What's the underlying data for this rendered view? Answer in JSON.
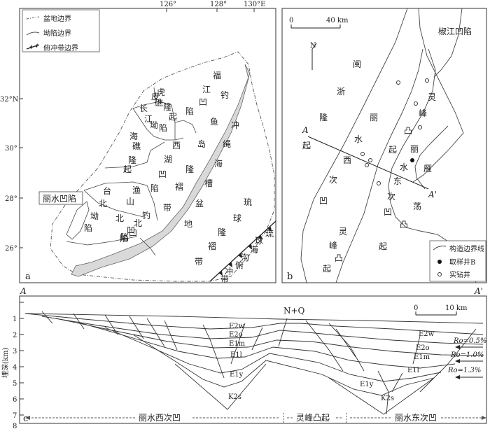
{
  "panel_a": {
    "label": "a",
    "legend": [
      "盆地边界",
      "坳陷边界",
      "俯冲带边界"
    ],
    "lon_ticks": [
      "126°",
      "128°",
      "130°E"
    ],
    "lat_ticks": [
      "32°N",
      "30°",
      "28°",
      "26°"
    ],
    "lishui_label": "丽水凹陷",
    "units": {
      "fujiang": [
        "福",
        "江",
        "凹",
        "陷"
      ],
      "diaoyu": [
        "钓",
        "鱼",
        "岛",
        "隆",
        "褶",
        "带"
      ],
      "chongsheng": [
        "冲",
        "绳",
        "海",
        "槽",
        "盆",
        "地"
      ],
      "ryukyu": [
        "琉",
        "球",
        "隆",
        "褶",
        "带"
      ],
      "hulou": [
        "虎",
        "皮",
        "礁",
        "隆",
        "起"
      ],
      "changjiang": [
        "长",
        "江",
        "坳",
        "陷"
      ],
      "haijiao": [
        "海",
        "礁",
        "隆",
        "起"
      ],
      "xihu": [
        "西",
        "湖",
        "凹",
        "陷"
      ],
      "yushan": [
        "渔",
        "山",
        "北",
        "凹",
        "陷"
      ],
      "taibei": [
        "台",
        "北",
        "坳",
        "陷"
      ],
      "diaobei": [
        "钓",
        "北",
        "凹",
        "陷"
      ],
      "trench": [
        "琉",
        "球",
        "海",
        "沟",
        "俯",
        "冲",
        "带"
      ]
    }
  },
  "panel_b": {
    "label": "b",
    "scale": {
      "zero": "0",
      "value": "40 km"
    },
    "north": "N",
    "jiaojiang": "椒江凹陷",
    "minzhe": [
      "闽",
      "浙",
      "隆",
      "起"
    ],
    "lishui_w": [
      "丽",
      "水",
      "西",
      "次",
      "凹"
    ],
    "lingfeng": [
      "灵",
      "峰",
      "凸",
      "起"
    ],
    "east_sub": [
      "丽",
      "水",
      "东",
      "次",
      "凹"
    ],
    "yandang": [
      "雁",
      "荡",
      "凸",
      "起"
    ],
    "lingfeng2": [
      "灵",
      "峰",
      "凸",
      "起"
    ],
    "line_a": "A",
    "line_a2": "A'",
    "legend": [
      "构造边界线",
      "取样井B",
      "实钻井"
    ]
  },
  "panel_c": {
    "label": "c",
    "left_end": "A",
    "right_end": "A'",
    "ylabel": "埋深(km)",
    "depth_ticks": [
      "1",
      "2",
      "3",
      "4",
      "5",
      "6",
      "7",
      "8"
    ],
    "scale": {
      "zero": "0",
      "value": "10 km"
    },
    "top_unit": "N+Q",
    "west_strata": [
      "E2w",
      "E2o",
      "E1m",
      "E1l",
      "E1y",
      "K2s"
    ],
    "east_strata": [
      "E2w",
      "E2o",
      "E1m",
      "E1l",
      "E1y",
      "K2s"
    ],
    "ro": [
      "Ro=0.5%",
      "Ro=1.0%",
      "Ro=1.3%"
    ],
    "zones": [
      "丽水西次凹",
      "灵峰凸起",
      "丽水东次凹"
    ]
  }
}
